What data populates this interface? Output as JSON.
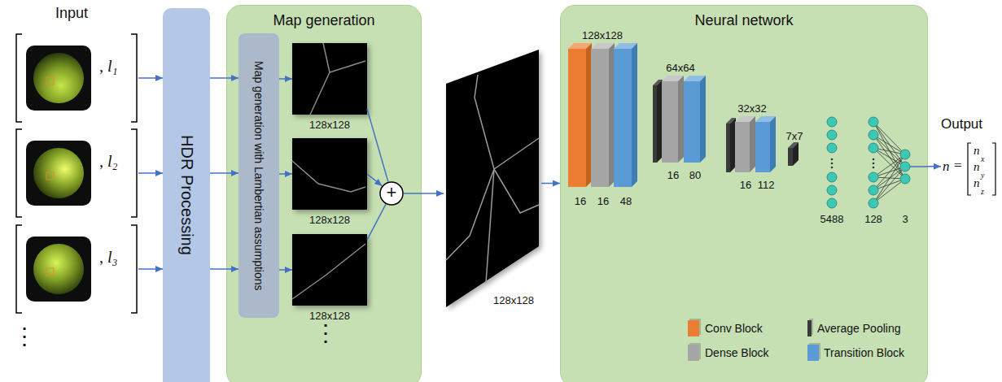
{
  "diagram": {
    "nodes": [
      {
        "text": [
          ", l₁"
        ]
      },
      {
        "text": [
          ", l₂"
        ]
      },
      {
        "text": [
          ", l₃"
        ]
      },
      {
        "text": [
          "HDR Processing"
        ]
      },
      {
        "text": [
          "Map generation"
        ]
      },
      {
        "text": [
          "Map generation with Lambertian assumptions"
        ],
        "in": 4
      },
      {
        "text": [
          "128x128"
        ],
        "in": 4
      },
      {
        "text": [
          "128x128"
        ],
        "in": 4
      },
      {
        "text": [
          "128x128"
        ],
        "in": 4
      },
      {
        "text": [
          "+"
        ],
        "in": 4
      },
      {
        "text": [
          "128x128"
        ]
      },
      {
        "text": [
          "Neural network"
        ]
      },
      {
        "text": [
          "Output",
          "n",
          "=",
          "n",
          "x",
          "n",
          "y",
          "n",
          "z"
        ]
      }
    ],
    "edges": [
      {
        "from": 0,
        "to": 3,
        "arrow": "to"
      },
      {
        "from": 1,
        "to": 3,
        "arrow": "to"
      },
      {
        "from": 2,
        "to": 3,
        "arrow": "to"
      },
      {
        "from": 3,
        "to": 5,
        "arrow": "to"
      },
      {
        "from": 3,
        "to": 5,
        "arrow": "to"
      },
      {
        "from": 3,
        "to": 5,
        "arrow": "to"
      },
      {
        "from": 5,
        "to": 6,
        "arrow": "to"
      },
      {
        "from": 5,
        "to": 7,
        "arrow": "to"
      },
      {
        "from": 5,
        "to": 8,
        "arrow": "to"
      },
      {
        "from": 6,
        "to": 9,
        "arrow": "none"
      },
      {
        "from": 7,
        "to": 9,
        "arrow": "to"
      },
      {
        "from": 8,
        "to": 9,
        "arrow": "none"
      },
      {
        "from": 9,
        "to": 10,
        "arrow": "to"
      },
      {
        "from": 10,
        "to": 11,
        "arrow": "to"
      },
      {
        "from": 11,
        "to": 12,
        "arrow": "to"
      }
    ],
    "labels": [
      "Input",
      "⋮",
      "⋮",
      "128x128",
      "16",
      "16",
      "48",
      "64x64",
      "16",
      "80",
      "32x32",
      "16",
      "112",
      "7x7",
      "5488",
      "128",
      "3"
    ],
    "legend": [
      {
        "text": "Conv Block",
        "color": "#ed7d31"
      },
      {
        "text": "Average Pooling",
        "color": "#3a3a3a"
      },
      {
        "text": "Dense Block",
        "color": "#a5a5a5"
      },
      {
        "text": "Transition Block",
        "color": "#5b9bd5"
      }
    ]
  }
}
